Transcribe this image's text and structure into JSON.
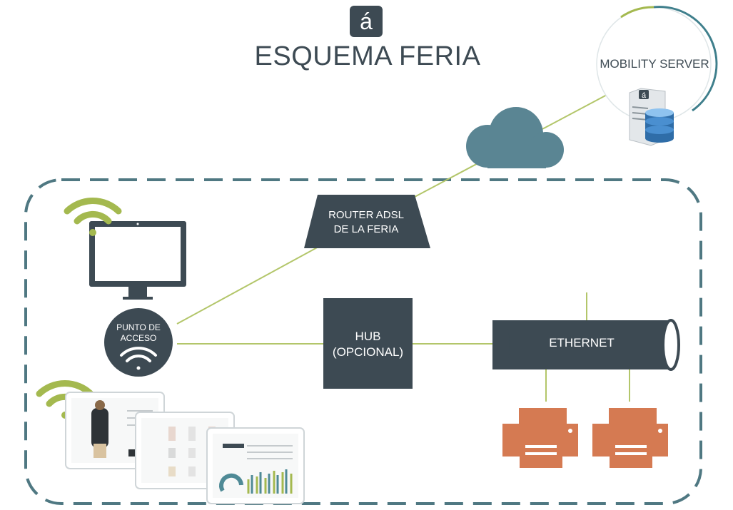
{
  "title": "ESQUEMA FERIA",
  "logo_glyph": "á",
  "server": {
    "label": "MOBILITY SERVER",
    "logo_glyph": "á"
  },
  "router": {
    "line1": "ROUTER ADSL",
    "line2": "DE LA FERIA"
  },
  "hub": {
    "line1": "HUB",
    "line2": "(OPCIONAL)"
  },
  "access_point": {
    "line1": "PUNTO DE",
    "line2": "ACCESO"
  },
  "ethernet": {
    "label": "ETHERNET"
  },
  "colors": {
    "dark": "#3d4a53",
    "cloud": "#5a8593",
    "wifi": "#a4b94f",
    "printer": "#d57a52",
    "line": "#b3c66a",
    "dash": "#4f7882",
    "ring": "#3f7f8c"
  },
  "icons": [
    "logo-icon",
    "cloud-icon",
    "server-icon",
    "database-icon",
    "monitor-icon",
    "wifi-icon",
    "printer-icon",
    "tablet-icon"
  ]
}
